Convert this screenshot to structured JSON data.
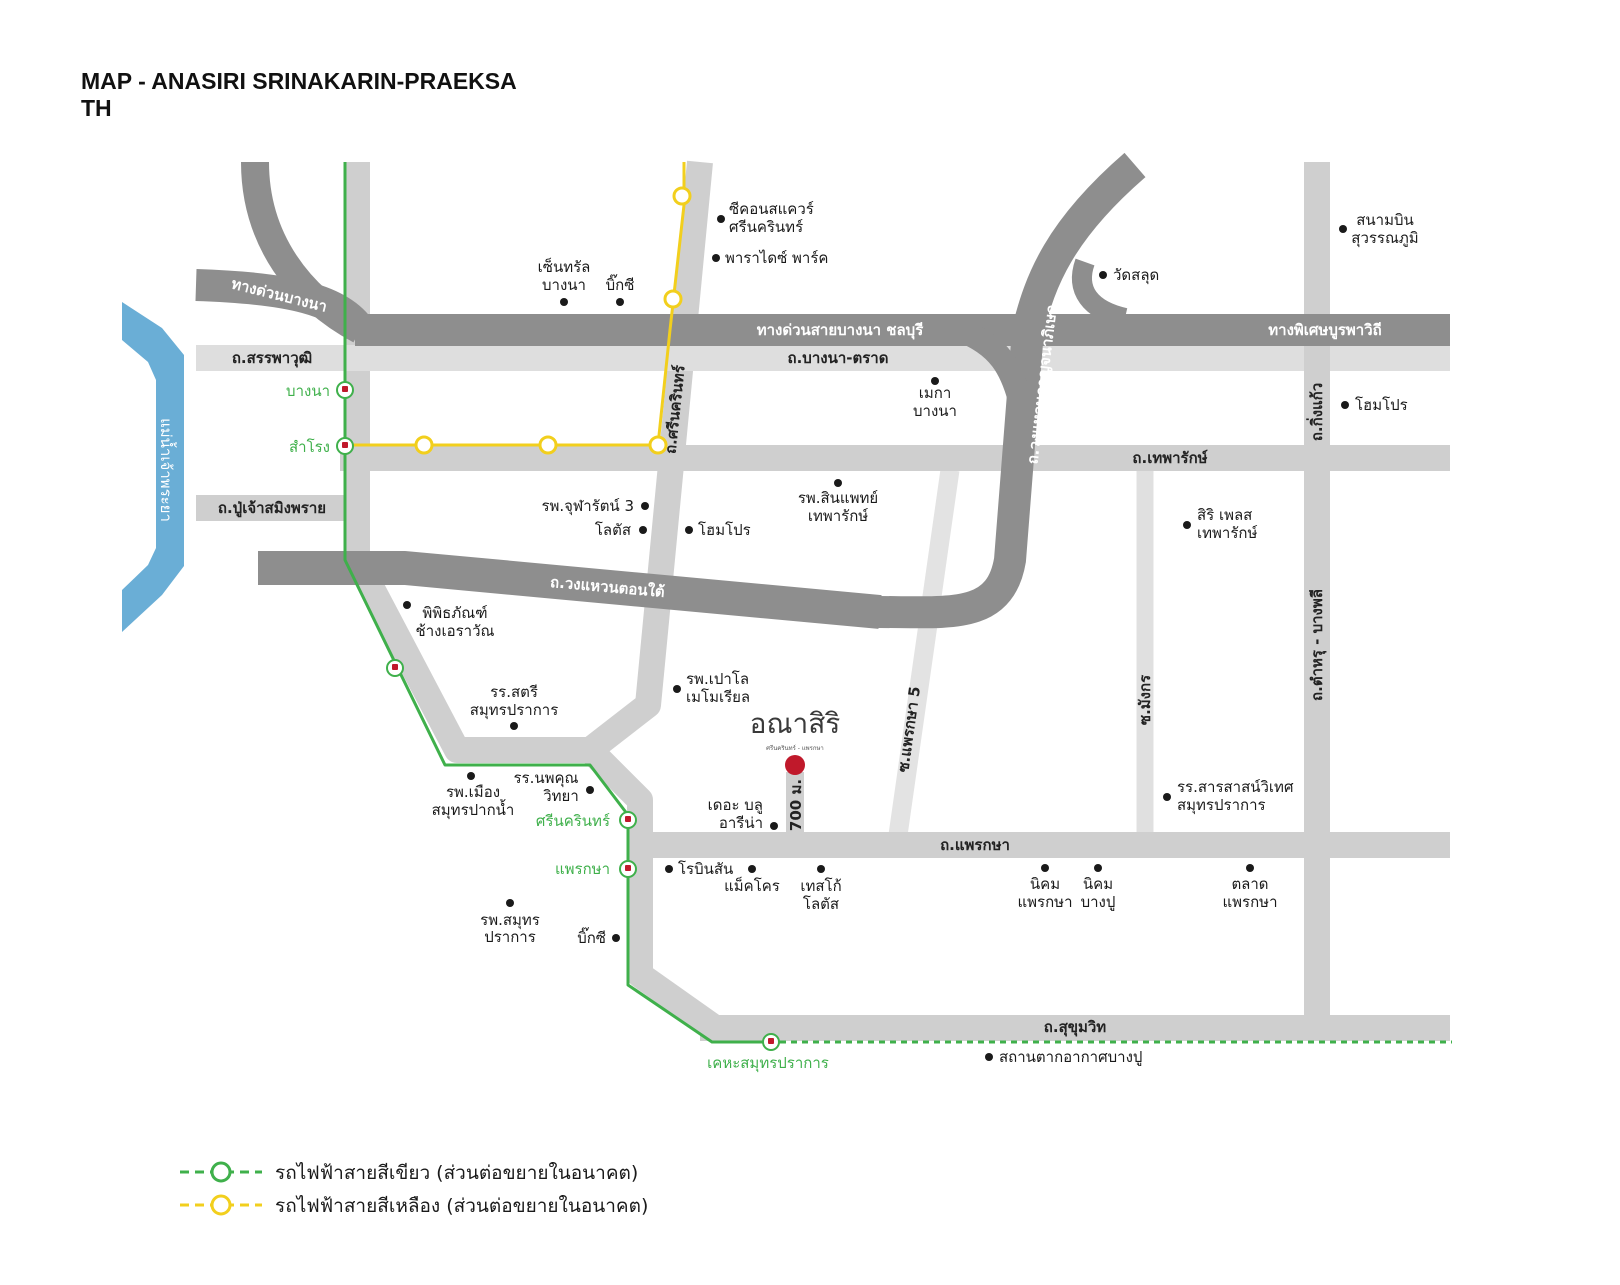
{
  "title": {
    "line1": "MAP - ANASIRI SRINAKARIN-PRAEKSA",
    "line2": "TH"
  },
  "colors": {
    "road_main": "#8e8e8e",
    "road_light": "#cfcfcf",
    "road_faint": "#e3e3e3",
    "river": "#6aaed6",
    "green_line": "#3fb04b",
    "yellow_line": "#f2cf1d",
    "project_pin": "#c0192b"
  },
  "river": {
    "label": "แม่น้ำเจ้าพระยา"
  },
  "roads": {
    "bangna_expressway": "ทางด่วนบางนา",
    "bangna_chonburi": "ทางด่วนสายบางนา ชลบุรี",
    "phiset": "ทางพิเศษบูรพาวิถี",
    "sanphawut": "ถ.สรรพาวุฒิ",
    "bangna_trad": "ถ.บางนา-ตราด",
    "theparak": "ถ.เทพารักษ์",
    "pu_chao": "ถ.ปู่เจ้าสมิงพราย",
    "ring_south": "ถ.วงแหวนตอนใต้",
    "ring_outer": "ถ.วงแหวนกาญจนาภิเษก",
    "srinakarin": "ถ.ศรีนครินทร์",
    "king_kaew": "ถ.กิ่งแก้ว",
    "praeksa5": "ซ.แพรกษา 5",
    "mangkon": "ซ.มังกร",
    "tamru": "ถ.ตำหรุ - บางพลี",
    "praeksa": "ถ.แพรกษา",
    "sukhumvit": "ถ.สุขุมวิท",
    "distance": "700 ม."
  },
  "stations": {
    "bangna": "บางนา",
    "samrong": "สำโรง",
    "srinakarin": "ศรีนครินทร์",
    "praeksa": "แพรกษา",
    "kheha": "เคหะสมุทรปราการ"
  },
  "places": {
    "seacon": [
      "ซีคอนสแควร์",
      "ศรีนครินทร์"
    ],
    "paradise": "พาราไดซ์ พาร์ค",
    "central": [
      "เซ็นทรัล",
      "บางนา"
    ],
    "bigc1": "บิ๊กซี",
    "wat_salut": "วัดสลุด",
    "airport": [
      "สนามบิน",
      "สุวรรณภูมิ"
    ],
    "mega": [
      "เมกา",
      "บางนา"
    ],
    "homepro1": "โฮมโปร",
    "chularat": "รพ.จุฬารัตน์ 3",
    "lotus1": "โลตัส",
    "homepro2": "โฮมโปร",
    "sinphaet": [
      "รพ.สินแพทย์",
      "เทพารักษ์"
    ],
    "siri_place": [
      "สิริ เพลส",
      "เทพารักษ์"
    ],
    "museum": [
      "พิพิธภัณฑ์",
      "ช้างเอราวัณ"
    ],
    "paolo": [
      "รพ.เปาโล",
      "เมโมเรียล"
    ],
    "satri": [
      "รร.สตรี",
      "สมุทรปราการ"
    ],
    "muang": [
      "รพ.เมือง",
      "สมุทรปากน้ำ"
    ],
    "noppakhun": [
      "รร.นพคุณ",
      "วิทยา"
    ],
    "blue": [
      "เดอะ บลู",
      "อารีน่า"
    ],
    "robinson": "โรบินสัน",
    "makro": "แม็คโคร",
    "tesco": [
      "เทสโก้",
      "โลตัส"
    ],
    "nikom1": [
      "นิคม",
      "แพรกษา"
    ],
    "nikom2": [
      "นิคม",
      "บางปู"
    ],
    "market": [
      "ตลาด",
      "แพรกษา"
    ],
    "sarasas": [
      "รร.สารสาสน์วิเทศ",
      "สมุทรปราการ"
    ],
    "samut_hosp": [
      "รพ.สมุทร",
      "ปราการ"
    ],
    "bigc2": "บิ๊กซี",
    "weather": "สถานตากอากาศบางปู"
  },
  "project": {
    "name": "อณาสิริ",
    "sub": "ศรีนครินทร์ - แพรกษา"
  },
  "legend": {
    "green": "รถไฟฟ้าสายสีเขียว (ส่วนต่อขยายในอนาคต)",
    "yellow": "รถไฟฟ้าสายสีเหลือง (ส่วนต่อขยายในอนาคต)"
  }
}
